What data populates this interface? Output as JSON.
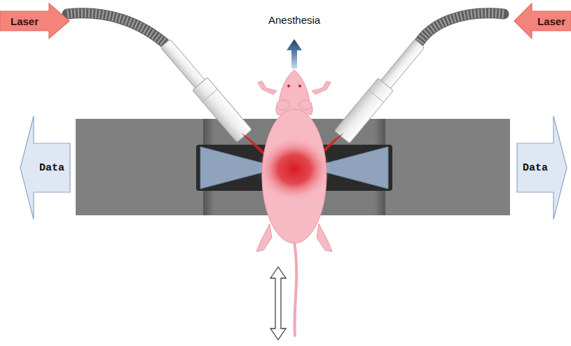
{
  "diagram": {
    "nodes": [
      {
        "text": [
          "Laser"
        ]
      },
      {
        "text": [
          "Laser"
        ]
      },
      {
        "text": [
          "Data"
        ]
      },
      {
        "text": [
          "Data"
        ]
      }
    ],
    "edges": [],
    "labels": [
      "Anesthesia"
    ]
  }
}
